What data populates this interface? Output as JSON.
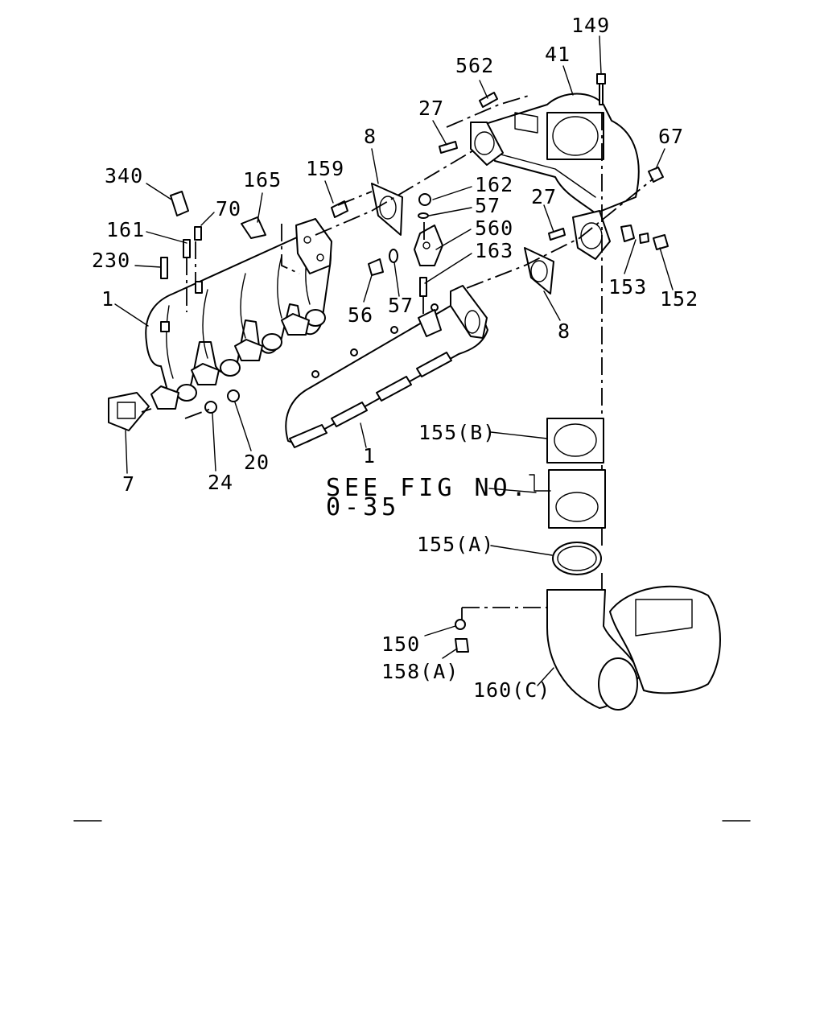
{
  "reference": {
    "line1": "SEE FIG NO.",
    "line2": "0-35"
  },
  "callouts": {
    "c149": "149",
    "c41": "41",
    "c562": "562",
    "c27_top": "27",
    "c8_top": "8",
    "c67": "67",
    "c340": "340",
    "c165": "165",
    "c159": "159",
    "c162": "162",
    "c57_top": "57",
    "c70": "70",
    "c161": "161",
    "c27_right": "27",
    "c560": "560",
    "c230": "230",
    "c163": "163",
    "c153": "153",
    "c152": "152",
    "c1_left": "1",
    "c56": "56",
    "c57_bottom": "57",
    "c8_right": "8",
    "c7": "7",
    "c24": "24",
    "c20": "20",
    "c1_center": "1",
    "c155b": "155(B)",
    "c155a": "155(A)",
    "c150": "150",
    "c158a": "158(A)",
    "c160c": "160(C)"
  }
}
